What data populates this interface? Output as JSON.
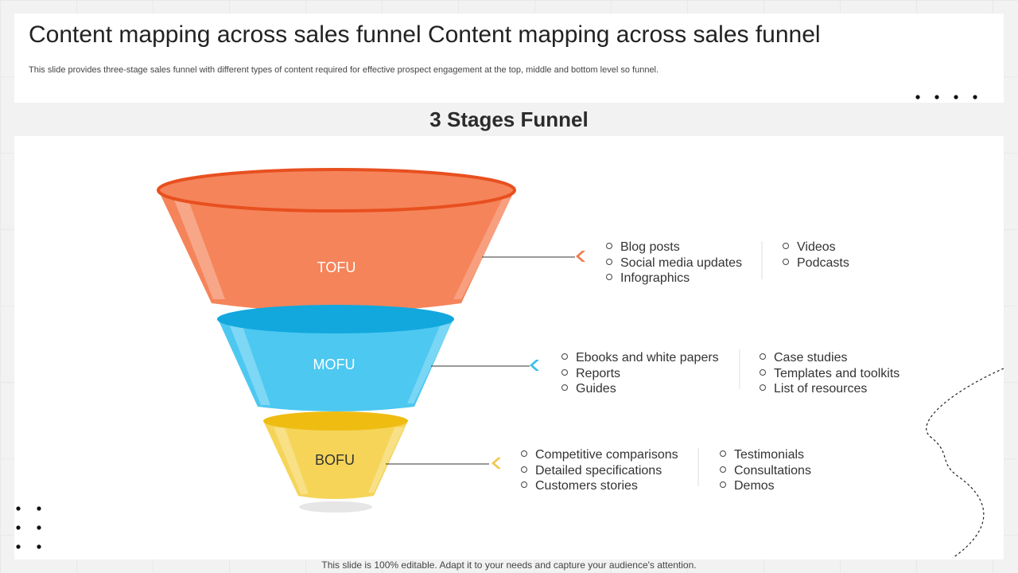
{
  "header": {
    "title": "Content mapping across sales funnel Content mapping across sales funnel",
    "subtitle": "This slide provides three-stage sales funnel with different types of content required for effective prospect engagement at the top, middle and bottom level so funnel."
  },
  "section_title": "3 Stages Funnel",
  "colors": {
    "tofu": "#f5845a",
    "tofu_rim": "#e8501f",
    "mofu": "#4cc8f1",
    "mofu_rim": "#12a8dd",
    "bofu": "#f5d458",
    "bofu_rim": "#efbc12"
  },
  "stages": [
    {
      "label": "TOFU",
      "left_items": [
        "Blog posts",
        "Social media updates",
        "Infographics"
      ],
      "right_items": [
        "Videos",
        "Podcasts"
      ]
    },
    {
      "label": "MOFU",
      "left_items": [
        "Ebooks and white papers",
        "Reports",
        "Guides"
      ],
      "right_items": [
        "Case studies",
        "Templates and toolkits",
        "List of resources"
      ]
    },
    {
      "label": "BOFU",
      "left_items": [
        "Competitive comparisons",
        "Detailed specifications",
        "Customers stories"
      ],
      "right_items": [
        "Testimonials",
        "Consultations",
        "Demos"
      ]
    }
  ],
  "footer": "This slide is 100% editable. Adapt it to your needs and capture your audience's attention."
}
